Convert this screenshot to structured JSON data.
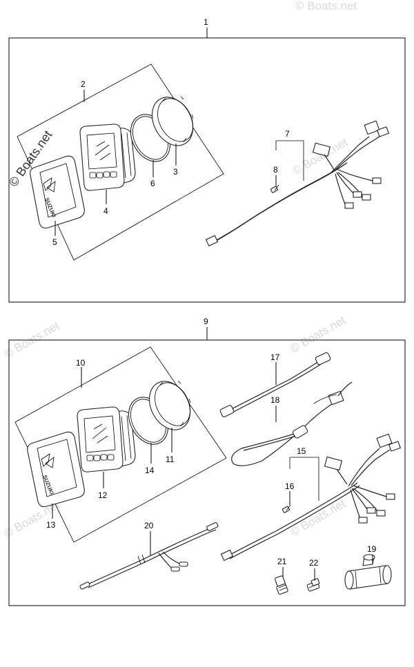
{
  "watermarks": {
    "vertical": "© Boats.net",
    "faint": "© Boats.net"
  },
  "logo": {
    "text": "SUZUKI"
  },
  "callouts": {
    "c1": "1",
    "c2": "2",
    "c3": "3",
    "c4": "4",
    "c5": "5",
    "c6": "6",
    "c7": "7",
    "c8": "8",
    "c9": "9",
    "c10": "10",
    "c11": "11",
    "c12": "12",
    "c13": "13",
    "c14": "14",
    "c15": "15",
    "c16": "16",
    "c17": "17",
    "c18": "18",
    "c19": "19",
    "c20": "20",
    "c21": "21",
    "c22": "22"
  }
}
